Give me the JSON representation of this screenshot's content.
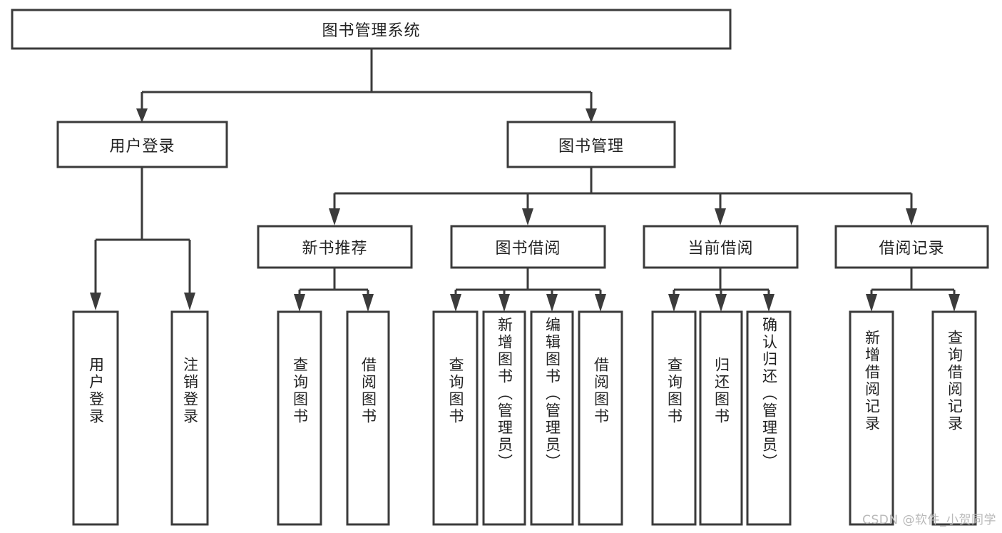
{
  "diagram": {
    "title": "图书管理系统",
    "type": "hierarchy-tree",
    "root": {
      "label": "图书管理系统",
      "orientation": "horizontal"
    },
    "level1": [
      {
        "label": "用户登录",
        "orientation": "horizontal"
      },
      {
        "label": "图书管理",
        "orientation": "horizontal"
      }
    ],
    "level2": [
      {
        "label": "新书推荐",
        "orientation": "horizontal"
      },
      {
        "label": "图书借阅",
        "orientation": "horizontal"
      },
      {
        "label": "当前借阅",
        "orientation": "horizontal"
      },
      {
        "label": "借阅记录",
        "orientation": "horizontal"
      }
    ],
    "leaves": {
      "user_login": [
        {
          "label": "用户登录",
          "orientation": "vertical"
        },
        {
          "label": "注销登录",
          "orientation": "vertical"
        }
      ],
      "new_book_recommend": [
        {
          "label": "查询图书",
          "orientation": "vertical"
        },
        {
          "label": "借阅图书",
          "orientation": "vertical"
        }
      ],
      "book_borrow": [
        {
          "label": "查询图书",
          "orientation": "vertical"
        },
        {
          "label": "新增图书（管理员）",
          "orientation": "vertical"
        },
        {
          "label": "编辑图书（管理员）",
          "orientation": "vertical"
        },
        {
          "label": "借阅图书",
          "orientation": "vertical"
        }
      ],
      "current_borrow": [
        {
          "label": "查询图书",
          "orientation": "vertical"
        },
        {
          "label": "归还图书",
          "orientation": "vertical"
        },
        {
          "label": "确认归还（管理员）",
          "orientation": "vertical"
        }
      ],
      "borrow_record": [
        {
          "label": "新增借阅记录",
          "orientation": "vertical"
        },
        {
          "label": "查询借阅记录",
          "orientation": "vertical"
        }
      ]
    }
  },
  "watermark": {
    "text": "CSDN @软件_小贺同学"
  },
  "colors": {
    "stroke": "#3b3b3b",
    "fill": "#ffffff",
    "text": "#222222",
    "watermark": "#b9b9b9",
    "background": "#ffffff"
  }
}
